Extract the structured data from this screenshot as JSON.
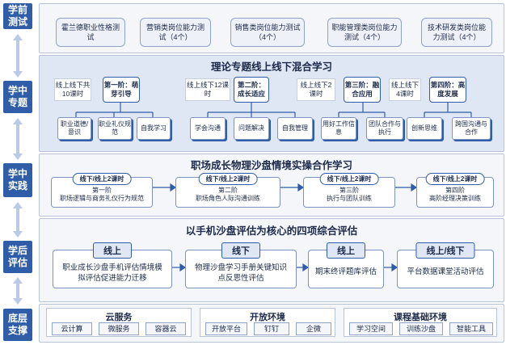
{
  "stages": [
    {
      "label": "学前测试"
    },
    {
      "label": "学中专题"
    },
    {
      "label": "学中实践"
    },
    {
      "label": "学后评估"
    },
    {
      "label": "底层支撑"
    }
  ],
  "pretests": [
    "霍兰德职业性格测试",
    "营销类岗位能力测试（4个）",
    "销售类岗位能力测试（4个）",
    "职能管理类岗位能力测试（4个）",
    "技术研发类岗位能力测试（4个）"
  ],
  "theory": {
    "title": "理论专题线上线下混合学习",
    "phases": [
      {
        "online": "线上线下共10课时",
        "phase": "第一阶：萌芽引导",
        "courses": [
          "职业道德/意识",
          "职业礼仪规范",
          "自我学习"
        ]
      },
      {
        "online": "线上线下12课时",
        "phase": "第二阶：成长适应",
        "courses": [
          "学会沟通",
          "问题解决",
          "自我管理"
        ]
      },
      {
        "online": "线上线下2课时",
        "phase": "第三阶：融合应用",
        "courses": [
          "用好工作信息",
          "团队合作与执行"
        ]
      },
      {
        "online": "线上线下4课时",
        "phase": "第四阶：高度发展",
        "courses": [
          "创新思维",
          "跨国沟通与合作"
        ]
      }
    ]
  },
  "practice": {
    "title": "职场成长物理沙盘情境实操合作学习",
    "steps": [
      {
        "tag": "线下/线上2课时",
        "level": "第一阶",
        "desc": "职场逻辑与商务礼仪行为规范"
      },
      {
        "tag": "线下/线上2课时",
        "level": "第二阶",
        "desc": "职场角色人际沟通训练"
      },
      {
        "tag": "线下/线上2课时",
        "level": "第三阶",
        "desc": "执行与团队训练"
      },
      {
        "tag": "线下/线上2课时",
        "level": "第四阶",
        "desc": "高阶经理决策训练"
      }
    ]
  },
  "evaluation": {
    "title": "以手机沙盘评估为核心的四项综合评估",
    "items": [
      {
        "tag": "线上",
        "desc": "职业成长沙盘手机评估情境模拟评估促进能力迁移"
      },
      {
        "tag": "线下",
        "desc": "物理沙盘学习手册关键知识点反思性评估"
      },
      {
        "tag": "线上",
        "desc": "期末终评题库评估"
      },
      {
        "tag": "线上/线下",
        "desc": "平台数据课堂活动评估"
      }
    ]
  },
  "support": [
    {
      "title": "云服务",
      "items": [
        "云计算",
        "微服务",
        "容器云"
      ]
    },
    {
      "title": "开放环境",
      "items": [
        "开放平台",
        "钉钉",
        "企微"
      ]
    },
    {
      "title": "课程基础环境",
      "items": [
        "学习空间",
        "训练沙盘",
        "智能工具"
      ]
    }
  ],
  "colors": {
    "stage": "#2f5da8",
    "arrow": "#8fa8d6",
    "frame": "#f4f6fa",
    "accent": "#2f5da8"
  }
}
